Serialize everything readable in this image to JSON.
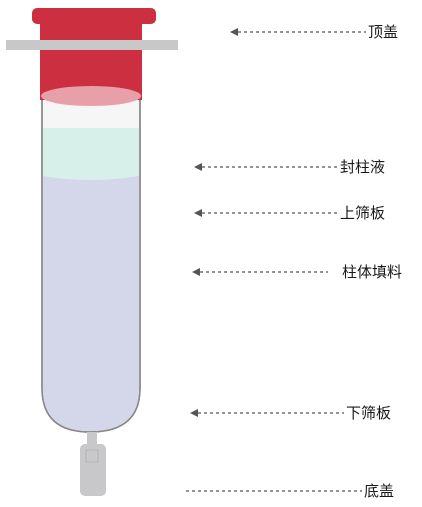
{
  "labels": {
    "top_cap": "顶盖",
    "sealing_liquid": "封柱液",
    "upper_frit": "上筛板",
    "column_packing": "柱体填料",
    "lower_frit": "下筛板",
    "bottom_cap": "底盖"
  },
  "colors": {
    "cap_red": "#cc3040",
    "cap_light": "#e8a0a8",
    "flange_gray": "#c8c8c8",
    "tube_white": "#f6f6f6",
    "sealing_teal": "#d8f0ea",
    "packing_lavender": "#d4d6ea",
    "tube_outline": "#888888",
    "bottom_cap_gray": "#c8c8ca"
  }
}
